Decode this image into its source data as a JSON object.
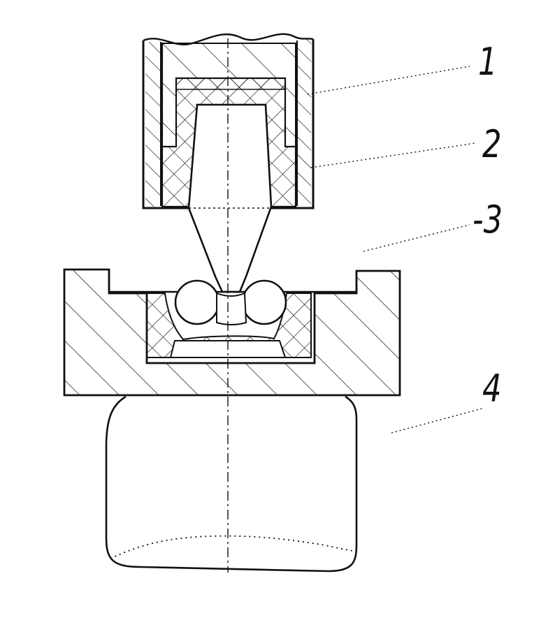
{
  "labels": {
    "part1": "1",
    "part2": "2",
    "part3": "-3",
    "part4": "4"
  },
  "colors": {
    "ink": "#111111",
    "paper": "#ffffff"
  }
}
